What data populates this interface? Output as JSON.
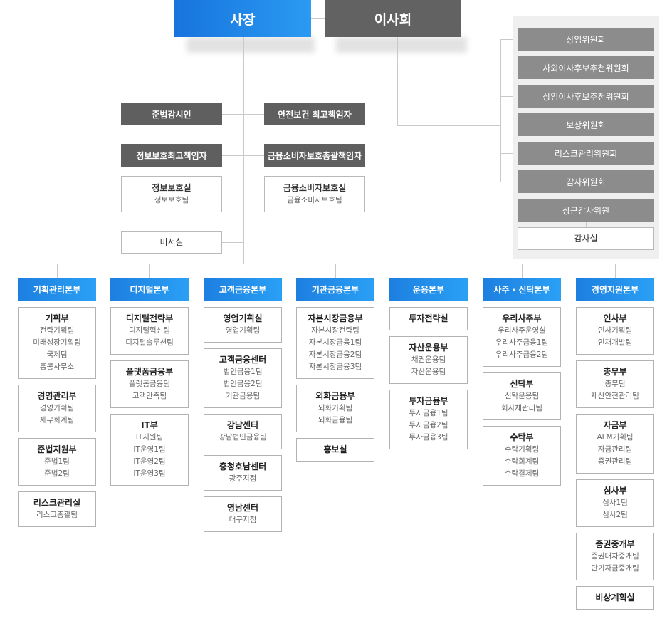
{
  "top": {
    "ceo": "사장",
    "board": "이사회"
  },
  "center": {
    "compliance": "준법감시인",
    "safety": "안전보건 최고책임자",
    "ciso": "정보보호최고책임자",
    "consumer_officer": "금융소비자보호총괄책임자",
    "info_office": {
      "title": "정보보호실",
      "sub": "정보보호팀"
    },
    "consumer_office": {
      "title": "금융소비자보호실",
      "sub": "금융소비자보호팀"
    },
    "secretariat": "비서실"
  },
  "committees": [
    "상임위원회",
    "사외이사후보추천위원회",
    "상임이사후보추천위원회",
    "보상위원회",
    "리스크관리위원회",
    "감사위원회",
    "상근감사위원"
  ],
  "audit_office": "감사실",
  "divisions": [
    {
      "title": "기획관리본부",
      "units": [
        {
          "title": "기획부",
          "subs": [
            "전략기획팀",
            "미래성장기획팀",
            "국제팀",
            "홍콩사무소"
          ]
        },
        {
          "title": "경영관리부",
          "subs": [
            "경영기획팀",
            "재무회계팀"
          ]
        },
        {
          "title": "준법지원부",
          "subs": [
            "준법1팀",
            "준법2팀"
          ]
        },
        {
          "title": "리스크관리실",
          "subs": [
            "리스크총괄팀"
          ]
        }
      ]
    },
    {
      "title": "디지털본부",
      "units": [
        {
          "title": "디지털전략부",
          "subs": [
            "디지털혁신팀",
            "디지털솔루션팀"
          ]
        },
        {
          "title": "플랫폼금융부",
          "subs": [
            "플랫폼금융팀",
            "고객만족팀"
          ]
        },
        {
          "title": "IT부",
          "subs": [
            "IT지원팀",
            "IT운영1팀",
            "IT운영2팀",
            "IT운영3팀"
          ]
        }
      ]
    },
    {
      "title": "고객금융본부",
      "units": [
        {
          "title": "영업기획실",
          "subs": [
            "영업기획팀"
          ]
        },
        {
          "title": "고객금융센터",
          "subs": [
            "법인금융1팀",
            "법인금융2팀",
            "기관금융팀"
          ]
        },
        {
          "title": "강남센터",
          "subs": [
            "강남법인금융팀"
          ]
        },
        {
          "title": "충청호남센터",
          "subs": [
            "광주지점"
          ]
        },
        {
          "title": "영남센터",
          "subs": [
            "대구지점"
          ]
        }
      ]
    },
    {
      "title": "기관금융본부",
      "units": [
        {
          "title": "자본시장금융부",
          "subs": [
            "자본시장전략팀",
            "자본시장금융1팀",
            "자본시장금융2팀",
            "자본시장금융3팀"
          ]
        },
        {
          "title": "외화금융부",
          "subs": [
            "외화기획팀",
            "외화금융팀"
          ]
        },
        {
          "title": "홍보실",
          "subs": []
        }
      ]
    },
    {
      "title": "운용본부",
      "units": [
        {
          "title": "투자전략실",
          "subs": []
        },
        {
          "title": "자산운용부",
          "subs": [
            "채권운용팀",
            "자산운용팀"
          ]
        },
        {
          "title": "투자금융부",
          "subs": [
            "투자금융1팀",
            "투자금융2팀",
            "투자금융3팀"
          ]
        }
      ]
    },
    {
      "title": "사주 · 신탁본부",
      "units": [
        {
          "title": "우리사주부",
          "subs": [
            "우리사주운영실",
            "우리사주금융1팀",
            "우리사주금융2팀"
          ]
        },
        {
          "title": "신탁부",
          "subs": [
            "신탁운용팀",
            "회사채관리팀"
          ]
        },
        {
          "title": "수탁부",
          "subs": [
            "수탁기획팀",
            "수탁회계팀",
            "수탁결제팀"
          ]
        }
      ]
    },
    {
      "title": "경영지원본부",
      "units": [
        {
          "title": "인사부",
          "subs": [
            "인사기획팀",
            "인재개발팀"
          ]
        },
        {
          "title": "총무부",
          "subs": [
            "총무팀",
            "재산안전관리팀"
          ]
        },
        {
          "title": "자금부",
          "subs": [
            "ALM기획팀",
            "자금관리팀",
            "증권관리팀"
          ]
        },
        {
          "title": "심사부",
          "subs": [
            "심사1팀",
            "심사2팀"
          ]
        },
        {
          "title": "증권중개부",
          "subs": [
            "증권대차중개팀",
            "단기자금중개팀"
          ]
        },
        {
          "title": "비상계획실",
          "subs": []
        }
      ]
    }
  ]
}
